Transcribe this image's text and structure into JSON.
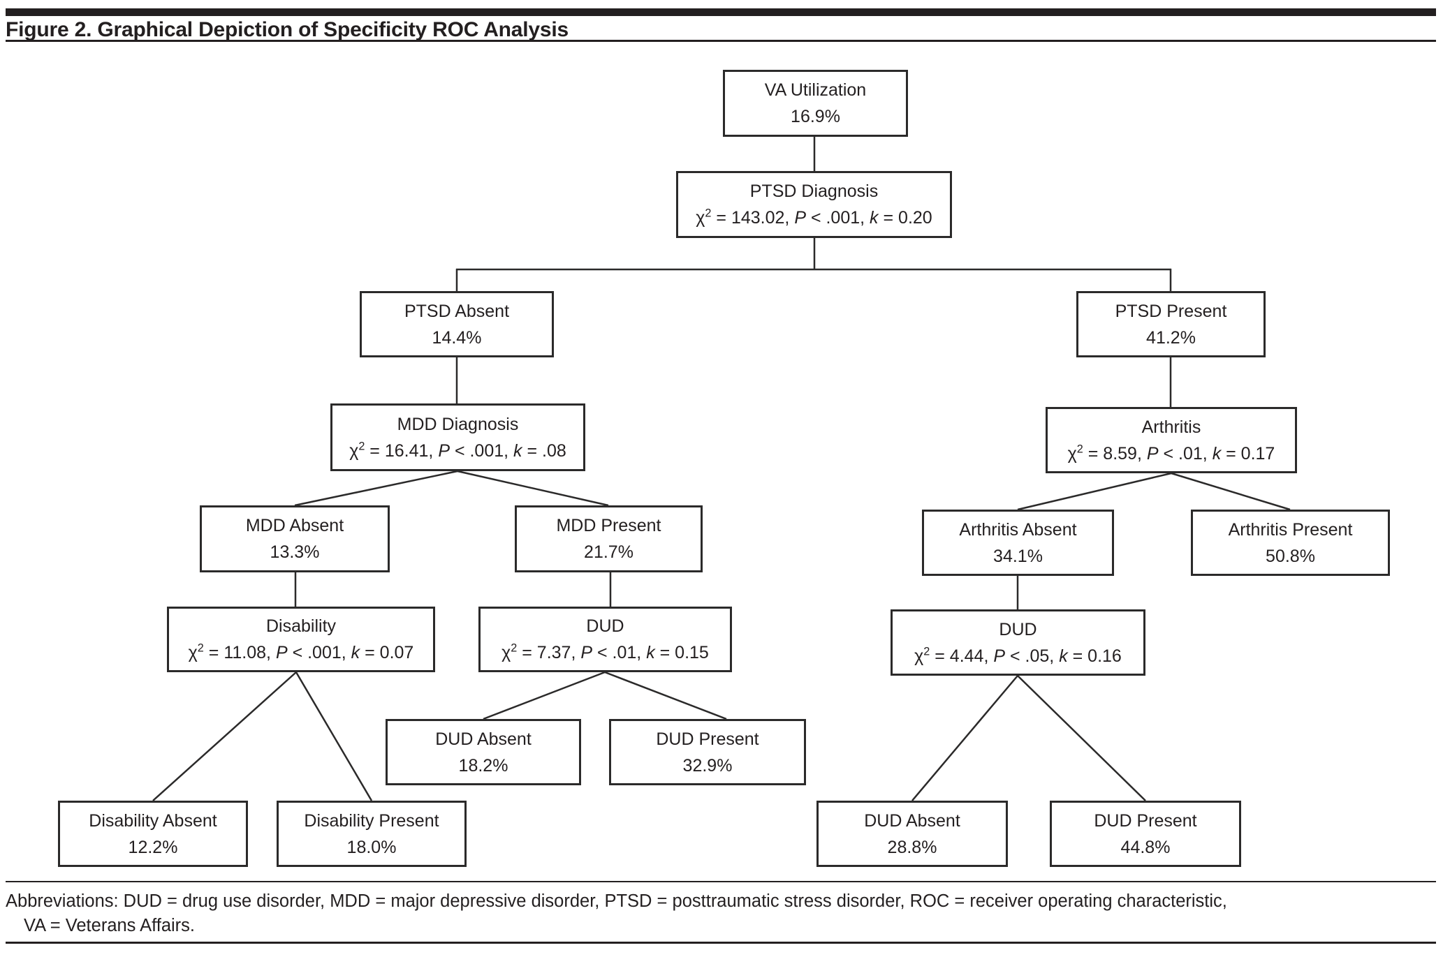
{
  "figure": {
    "title": "Figure 2. Graphical Depiction of Specificity ROC Analysis"
  },
  "colors": {
    "ink": "#231f20",
    "background": "#ffffff"
  },
  "nodes": {
    "va": {
      "title": "VA Utilization",
      "value": "16.9%"
    },
    "ptsd_dx": {
      "title": "PTSD Diagnosis",
      "stats": "χ² = 143.02, P < .001, k = 0.20"
    },
    "ptsd_absent": {
      "title": "PTSD Absent",
      "value": "14.4%"
    },
    "ptsd_present": {
      "title": "PTSD Present",
      "value": "41.2%"
    },
    "mdd_dx": {
      "title": "MDD Diagnosis",
      "stats": "χ² = 16.41, P < .001, k = .08"
    },
    "arthritis": {
      "title": "Arthritis",
      "stats": "χ² = 8.59, P < .01, k = 0.17"
    },
    "mdd_absent": {
      "title": "MDD Absent",
      "value": "13.3%"
    },
    "mdd_present": {
      "title": "MDD Present",
      "value": "21.7%"
    },
    "arthritis_absent": {
      "title": "Arthritis Absent",
      "value": "34.1%"
    },
    "arthritis_present": {
      "title": "Arthritis Present",
      "value": "50.8%"
    },
    "disability": {
      "title": "Disability",
      "stats": "χ² = 11.08, P < .001, k = 0.07"
    },
    "dud_mid": {
      "title": "DUD",
      "stats": "χ² = 7.37, P < .01, k = 0.15"
    },
    "dud_right": {
      "title": "DUD",
      "stats": "χ² = 4.44, P < .05, k = 0.16"
    },
    "dud_absent_mid": {
      "title": "DUD Absent",
      "value": "18.2%"
    },
    "dud_present_mid": {
      "title": "DUD Present",
      "value": "32.9%"
    },
    "disability_absent": {
      "title": "Disability Absent",
      "value": "12.2%"
    },
    "disability_present": {
      "title": "Disability Present",
      "value": "18.0%"
    },
    "dud_absent_right": {
      "title": "DUD Absent",
      "value": "28.8%"
    },
    "dud_present_right": {
      "title": "DUD Present",
      "value": "44.8%"
    }
  },
  "edges": [
    [
      "va",
      "ptsd_dx"
    ],
    [
      "ptsd_dx",
      "ptsd_absent"
    ],
    [
      "ptsd_dx",
      "ptsd_present"
    ],
    [
      "ptsd_absent",
      "mdd_dx"
    ],
    [
      "ptsd_present",
      "arthritis"
    ],
    [
      "mdd_dx",
      "mdd_absent"
    ],
    [
      "mdd_dx",
      "mdd_present"
    ],
    [
      "arthritis",
      "arthritis_absent"
    ],
    [
      "arthritis",
      "arthritis_present"
    ],
    [
      "mdd_absent",
      "disability"
    ],
    [
      "mdd_present",
      "dud_mid"
    ],
    [
      "arthritis_absent",
      "dud_right"
    ],
    [
      "disability",
      "disability_absent"
    ],
    [
      "disability",
      "disability_present"
    ],
    [
      "dud_mid",
      "dud_absent_mid"
    ],
    [
      "dud_mid",
      "dud_present_mid"
    ],
    [
      "dud_right",
      "dud_absent_right"
    ],
    [
      "dud_right",
      "dud_present_right"
    ]
  ],
  "footnote": {
    "line1": "Abbreviations: DUD = drug use disorder, MDD = major depressive disorder, PTSD = posttraumatic stress disorder, ROC = receiver operating characteristic,",
    "line2": "VA = Veterans Affairs."
  }
}
